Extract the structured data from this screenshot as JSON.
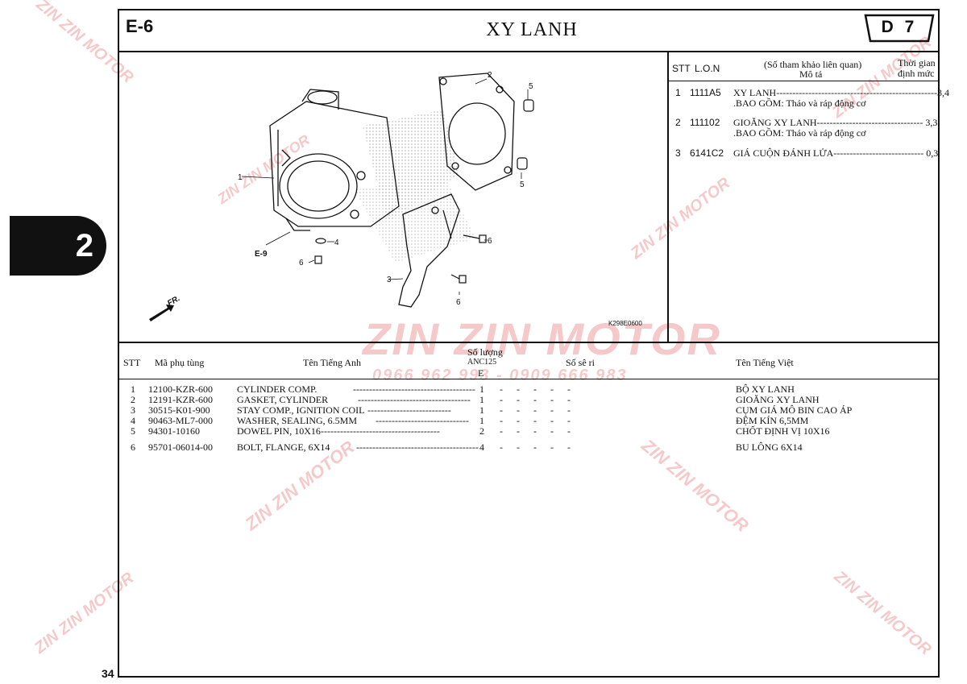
{
  "header": {
    "code": "E-6",
    "title": "XY LANH",
    "badge": "D 7"
  },
  "side_tab": "2",
  "page_number": "34",
  "right_panel": {
    "headers": {
      "stt": "STT",
      "lon": "L.O.N",
      "ref": "(Số tham khảo liên quan)",
      "desc": "Mô tả",
      "time": "Thời gian",
      "time2": "định mức"
    },
    "rows": [
      {
        "stt": "1",
        "lon": "1111A5",
        "desc": "XY LANH--------------------------------------------------3,4",
        "note": ".BAO GỒM: Tháo và ráp động cơ"
      },
      {
        "stt": "2",
        "lon": "111102",
        "desc": "GIOĂNG XY LANH--------------------------------- 3,3",
        "note": ".BAO GỒM: Tháo và ráp động cơ"
      },
      {
        "stt": "3",
        "lon": "6141C2",
        "desc": "GIÁ CUỘN ĐÁNH LỬA---------------------------- 0,3",
        "note": ""
      }
    ]
  },
  "diagram": {
    "code": "K298E0600",
    "ref_label": "E-9",
    "fr_label": "FR.",
    "callouts": [
      "1",
      "2",
      "3",
      "4",
      "5",
      "5",
      "6",
      "6",
      "6"
    ]
  },
  "parts_table": {
    "headers": {
      "stt": "STT",
      "part_no": "Mã phụ tùng",
      "name_en": "Tên Tiếng Anh",
      "qty": "Số lượng",
      "model": "ANC125",
      "model_sub": "E",
      "serial": "Số sê ri",
      "name_vi": "Tên Tiếng Việt"
    },
    "rows": [
      {
        "stt": "1",
        "part_no": "12100-KZR-600",
        "name_en": "CYLINDER COMP.",
        "dash": "--------------------------------------",
        "qty": "1",
        "cols": "- - - - -",
        "name_vi": "BỘ XY LANH"
      },
      {
        "stt": "2",
        "part_no": "12191-KZR-600",
        "name_en": "GASKET, CYLINDER",
        "dash": "-----------------------------------",
        "qty": "1",
        "cols": "- - - - -",
        "name_vi": "GIOĂNG XY LANH"
      },
      {
        "stt": "3",
        "part_no": "30515-K01-900",
        "name_en": "STAY COMP., IGNITION COIL",
        "dash": "--------------------------",
        "qty": "1",
        "cols": "- - - - -",
        "name_vi": "CỤM GIÁ MÔ BIN CAO ÁP"
      },
      {
        "stt": "4",
        "part_no": "90463-ML7-000",
        "name_en": "WASHER, SEALING, 6.5MM",
        "dash": "-----------------------------",
        "qty": "1",
        "cols": "- - - - -",
        "name_vi": "ĐỆM KÍN 6,5MM"
      },
      {
        "stt": "5",
        "part_no": "94301-10160",
        "name_en": "DOWEL PIN, 10X16",
        "dash": "-------------------------------------",
        "qty": "2",
        "cols": "- - - - -",
        "name_vi": "CHỐT ĐỊNH VỊ 10X16"
      },
      {
        "stt": "6",
        "part_no": "95701-06014-00",
        "name_en": "BOLT, FLANGE, 6X14",
        "dash": "--------------------------------------",
        "qty": "4",
        "cols": "- - - - -",
        "name_vi": "BU LÔNG 6X14"
      }
    ]
  },
  "watermark": {
    "brand": "ZIN ZIN MOTOR",
    "phone": "0966 962 993 - 0909 666 983"
  },
  "colors": {
    "ink": "#111111",
    "watermark": "#dc3c3c"
  }
}
